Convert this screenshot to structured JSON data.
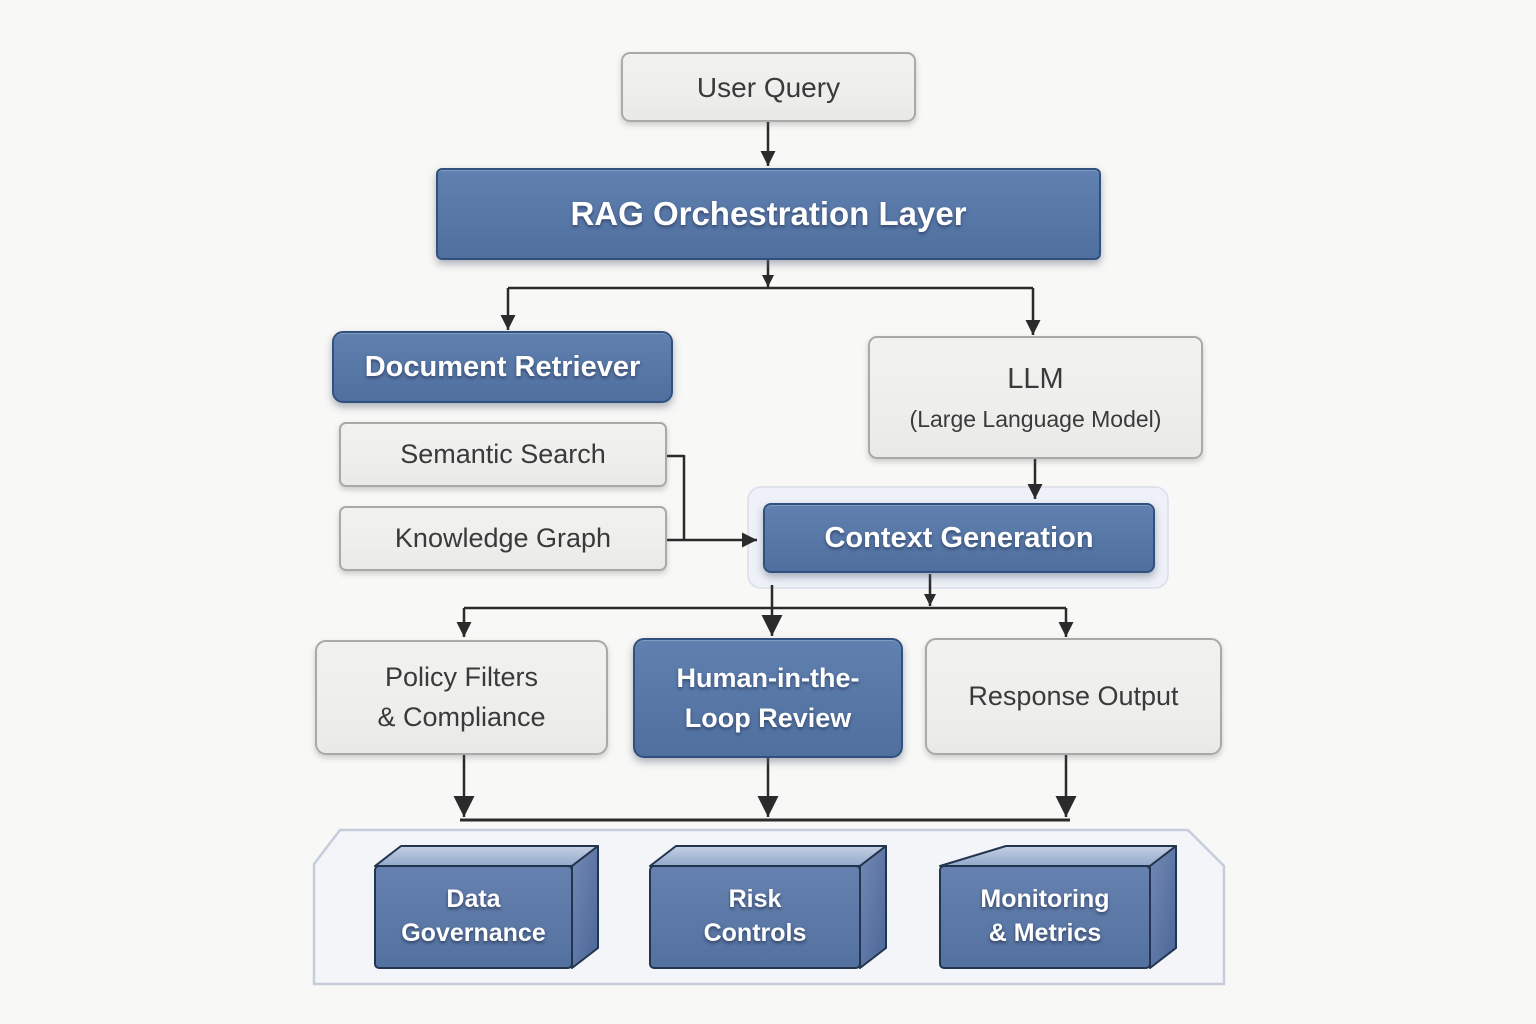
{
  "diagram": {
    "nodes": {
      "user_query": {
        "label": "User Query"
      },
      "rag_orchestration": {
        "label": "RAG Orchestration Layer"
      },
      "document_retriever": {
        "label": "Document Retriever"
      },
      "semantic_search": {
        "label": "Semantic Search"
      },
      "knowledge_graph": {
        "label": "Knowledge Graph"
      },
      "llm": {
        "label": "LLM",
        "sublabel": "(Large Language Model)"
      },
      "context_generation": {
        "label": "Context Generation"
      },
      "policy_filters": {
        "line1": "Policy Filters",
        "line2": "& Compliance"
      },
      "human_in_loop": {
        "line1": "Human-in-the-",
        "line2": "Loop Review"
      },
      "response_output": {
        "label": "Response Output"
      },
      "data_governance": {
        "line1": "Data",
        "line2": "Governance"
      },
      "risk_controls": {
        "line1": "Risk",
        "line2": "Controls"
      },
      "monitoring_metrics": {
        "line1": "Monitoring",
        "line2": "& Metrics"
      }
    },
    "colors": {
      "blue_top": "#6080b0",
      "blue_bottom": "#4f6f9f",
      "blue_border": "#32507d",
      "box_gray": "#eeeeec",
      "gray_border": "#a9a9a7",
      "text_dark": "#3a3a3a",
      "text_light": "#ffffff",
      "halo_fill": "#eef1f8",
      "halo_border": "#d9dee9",
      "panel_fill": "#f4f5f8",
      "panel_border": "#c6ccdb",
      "line_color": "#2b2b2b",
      "box3d_outline": "#23344f"
    }
  }
}
